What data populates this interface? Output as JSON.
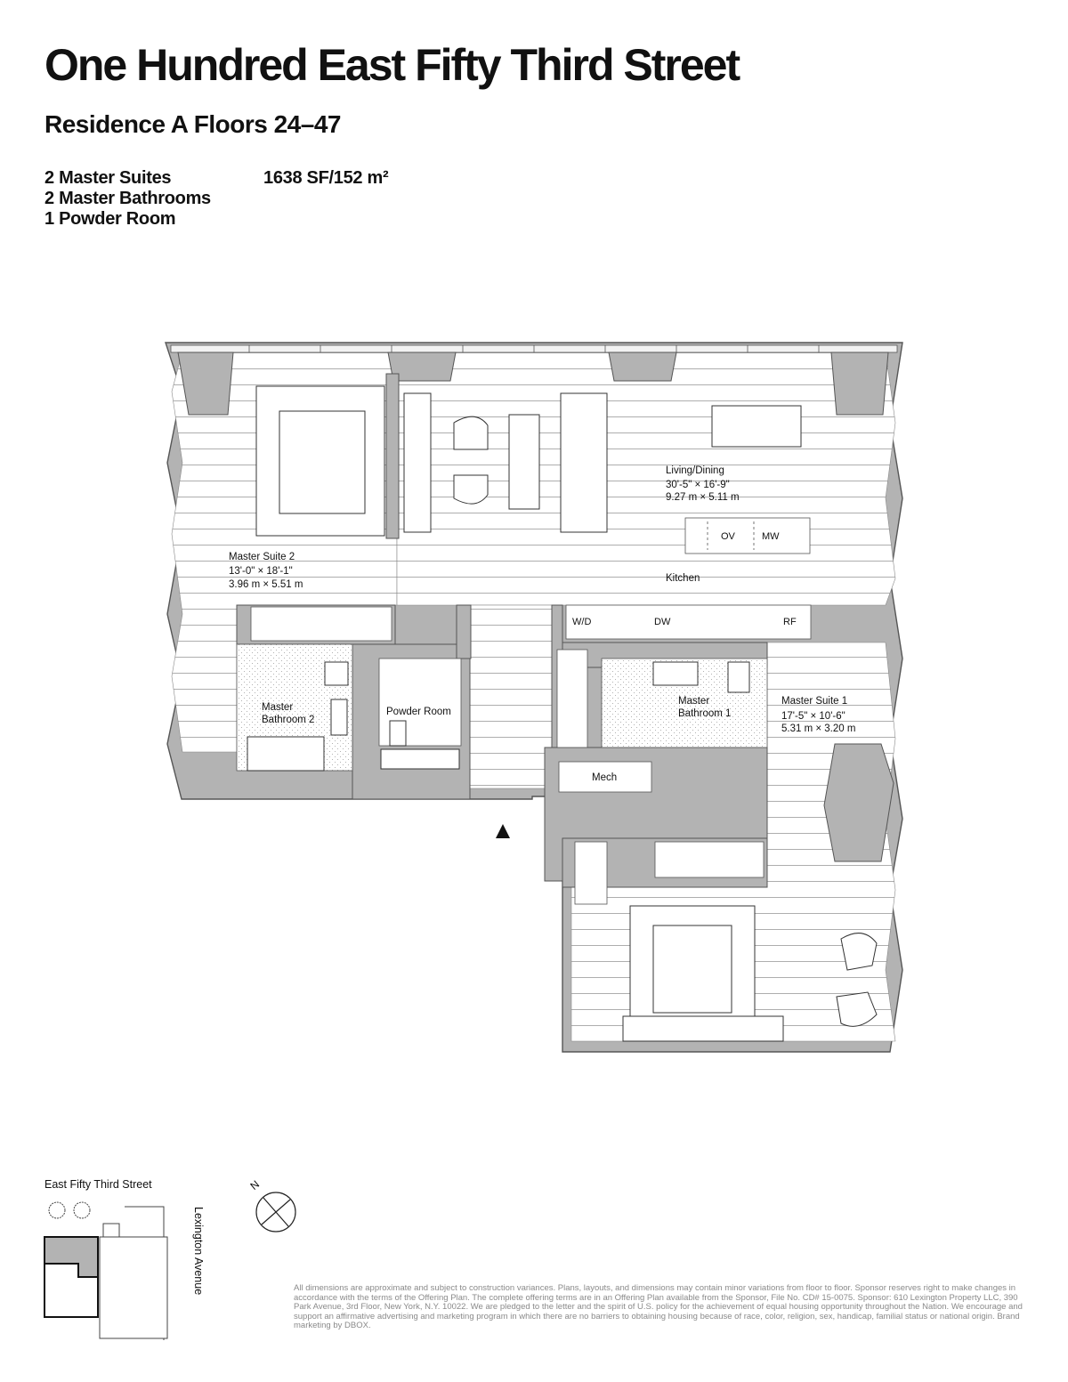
{
  "header": {
    "title": "One Hundred East Fifty Third Street",
    "subtitle": "Residence A Floors 24–47"
  },
  "features": [
    "2 Master Suites",
    "2 Master Bathrooms",
    "1 Powder Room"
  ],
  "area": "1638 SF/152 m²",
  "rooms": {
    "living": {
      "name": "Living/Dining",
      "dim_imperial": "30'-5\" × 16'-9\"",
      "dim_metric": "9.27 m × 5.11 m"
    },
    "suite2": {
      "name": "Master Suite 2",
      "dim_imperial": "13'-0\" × 18'-1\"",
      "dim_metric": "3.96 m × 5.51 m"
    },
    "suite1": {
      "name": "Master Suite 1",
      "dim_imperial": "17'-5\" × 10'-6\"",
      "dim_metric": "5.31 m × 3.20 m"
    },
    "kitchen": {
      "name": "Kitchen"
    },
    "bath2": {
      "line1": "Master",
      "line2": "Bathroom 2"
    },
    "bath1": {
      "line1": "Master",
      "line2": "Bathroom 1"
    },
    "powder": {
      "name": "Powder Room"
    },
    "mech": {
      "name": "Mech"
    }
  },
  "appliances": {
    "oven": "OV",
    "microwave": "MW",
    "washer_dryer": "W/D",
    "dishwasher": "DW",
    "refrigerator": "RF"
  },
  "site": {
    "street": "East Fifty Third Street",
    "avenue": "Lexington Avenue",
    "north": "N"
  },
  "disclaimer": "All dimensions are approximate and subject to construction variances. Plans, layouts, and dimensions may contain minor variations from floor to floor. Sponsor reserves right to make changes in accordance with the terms of the Offering Plan. The complete offering terms are in an Offering Plan available from the Sponsor, File No. CD# 15-0075. Sponsor: 610 Lexington Property LLC, 390 Park Avenue, 3rd Floor, New York, N.Y. 10022. We are pledged to the letter and the spirit of U.S. policy for the achievement of equal housing opportunity throughout the Nation. We encourage and support an affirmative advertising and marketing program in which there are no barriers to obtaining housing because of race, color, religion, sex, handicap, familial status or national origin. Brand marketing by DBOX.",
  "colors": {
    "wall": "#b3b3b3",
    "text": "#111111",
    "fine_print": "#8a8a8a"
  }
}
